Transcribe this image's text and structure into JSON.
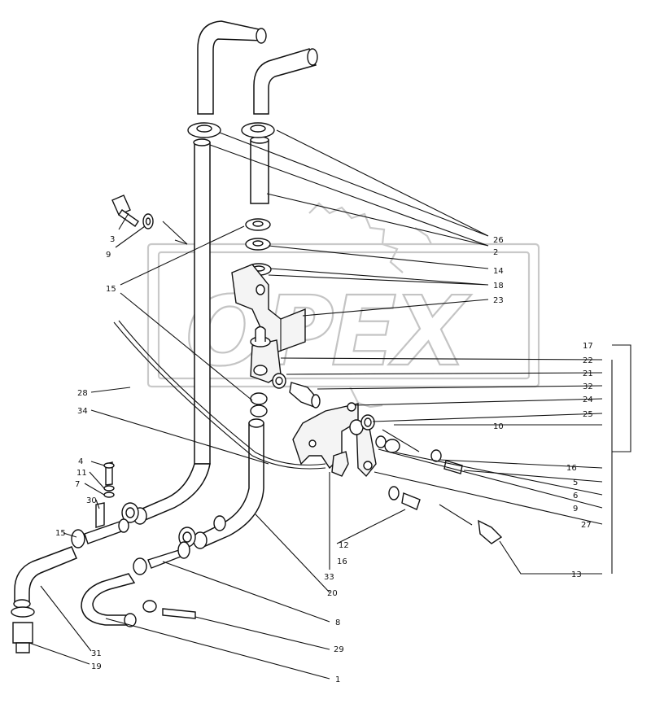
{
  "watermark": {
    "text": "OPEX"
  },
  "callouts": [
    {
      "id": "c26",
      "text": "26"
    },
    {
      "id": "c2",
      "text": "2"
    },
    {
      "id": "c14",
      "text": "14"
    },
    {
      "id": "c18",
      "text": "18"
    },
    {
      "id": "c23",
      "text": "23"
    },
    {
      "id": "c3",
      "text": "3"
    },
    {
      "id": "c9a",
      "text": "9"
    },
    {
      "id": "c15a",
      "text": "15"
    },
    {
      "id": "c17",
      "text": "17"
    },
    {
      "id": "c22",
      "text": "22"
    },
    {
      "id": "c21",
      "text": "21"
    },
    {
      "id": "c32",
      "text": "32"
    },
    {
      "id": "c24",
      "text": "24"
    },
    {
      "id": "c25",
      "text": "25"
    },
    {
      "id": "c10",
      "text": "10"
    },
    {
      "id": "c28",
      "text": "28"
    },
    {
      "id": "c34",
      "text": "34"
    },
    {
      "id": "c16a",
      "text": "16"
    },
    {
      "id": "c5",
      "text": "5"
    },
    {
      "id": "c6",
      "text": "6"
    },
    {
      "id": "c9b",
      "text": "9"
    },
    {
      "id": "c27",
      "text": "27"
    },
    {
      "id": "c13",
      "text": "13"
    },
    {
      "id": "c4",
      "text": "4"
    },
    {
      "id": "c11",
      "text": "11"
    },
    {
      "id": "c7",
      "text": "7"
    },
    {
      "id": "c30",
      "text": "30"
    },
    {
      "id": "c15b",
      "text": "15"
    },
    {
      "id": "c12",
      "text": "12"
    },
    {
      "id": "c16b",
      "text": "16"
    },
    {
      "id": "c33",
      "text": "33"
    },
    {
      "id": "c20",
      "text": "20"
    },
    {
      "id": "c8",
      "text": "8"
    },
    {
      "id": "c29",
      "text": "29"
    },
    {
      "id": "c1",
      "text": "1"
    },
    {
      "id": "c31",
      "text": "31"
    },
    {
      "id": "c19",
      "text": "19"
    }
  ]
}
